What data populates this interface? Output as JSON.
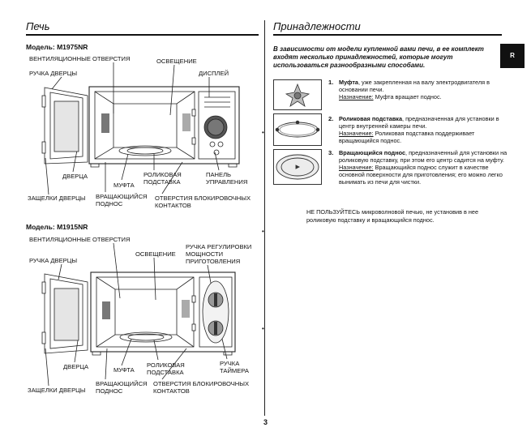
{
  "left": {
    "section_title": "Печь",
    "model1": "Модель: M1975NR",
    "model1_labels": {
      "vents": "ВЕНТИЛЯЦИОННЫЕ ОТВЕРСТИЯ",
      "door_handle": "РУЧКА ДВЕРЦЫ",
      "light": "ОСВЕЩЕНИЕ",
      "display": "ДИСПЛЕЙ",
      "door": "ДВЕРЦА",
      "coupler": "МУФТА",
      "roller_ring_1": "РОЛИКОВАЯ",
      "roller_ring_2": "ПОДСТАВКА",
      "control_panel_1": "ПАНЕЛЬ",
      "control_panel_2": "УПРАВЛЕНИЯ",
      "door_latches": "ЗАЩЕЛКИ ДВЕРЦЫ",
      "turntable_1": "ВРАЩАЮЩИЙСЯ",
      "turntable_2": "ПОДНОС",
      "interlock_1": "ОТВЕРСТИЯ БЛОКИРОВОЧНЫХ",
      "interlock_2": "КОНТАКТОВ"
    },
    "model2": "Модель: M1915NR",
    "model2_labels": {
      "vents": "ВЕНТИЛЯЦИОННЫЕ ОТВЕРСТИЯ",
      "power_knob_1": "РУЧКА РЕГУЛИРОВКИ",
      "power_knob_2": "МОЩНОСТИ",
      "power_knob_3": "ПРИГОТОВЛЕНИЯ",
      "light": "ОСВЕЩЕНИЕ",
      "door_handle": "РУЧКА ДВЕРЦЫ",
      "door": "ДВЕРЦА",
      "coupler": "МУФТА",
      "roller_ring_1": "РОЛИКОВАЯ",
      "roller_ring_2": "ПОДСТАВКА",
      "timer_knob_1": "РУЧКА",
      "timer_knob_2": "ТАЙМЕРА",
      "door_latches": "ЗАЩЕЛКИ ДВЕРЦЫ",
      "turntable_1": "ВРАЩАЮЩИЙСЯ",
      "turntable_2": "ПОДНОС",
      "interlock_1": "ОТВЕРСТИЯ БЛОКИРОВОЧНЫХ",
      "interlock_2": "КОНТАКТОВ"
    }
  },
  "right": {
    "section_title": "Принадлежности",
    "tab_label": "R",
    "intro": "В зависимости от модели купленной вами печи, в ее комплект входят несколько принадлежностей, которые могут использоваться разнообразными способами.",
    "purpose_label": "Назначение:",
    "items": [
      {
        "num": "1.",
        "name": "Муфта",
        "desc": ", уже закрепленная на валу электродвигателя в основании печи.",
        "purpose": "Муфта вращает поднос."
      },
      {
        "num": "2.",
        "name": "Роликовая подставка",
        "desc": ", предназначенная для установки в центр внутренней камеры печи.",
        "purpose": "Роликовая подставка поддерживает вращающийся поднос."
      },
      {
        "num": "3.",
        "name": "Вращающийся поднос",
        "desc": ", предназначенный для установки на роликовую подставку, при этом его центр садится на муфту.",
        "purpose": "Вращающийся поднос служит в качестве основной поверхности для приготовления; его можно легко вынимать из печи для чистки."
      }
    ],
    "note": "НЕ ПОЛЬЗУЙТЕСЬ микроволновой печью, не установив в нее роликовую подставку и вращающийся поднос."
  },
  "footer": {
    "page_number": "3"
  }
}
